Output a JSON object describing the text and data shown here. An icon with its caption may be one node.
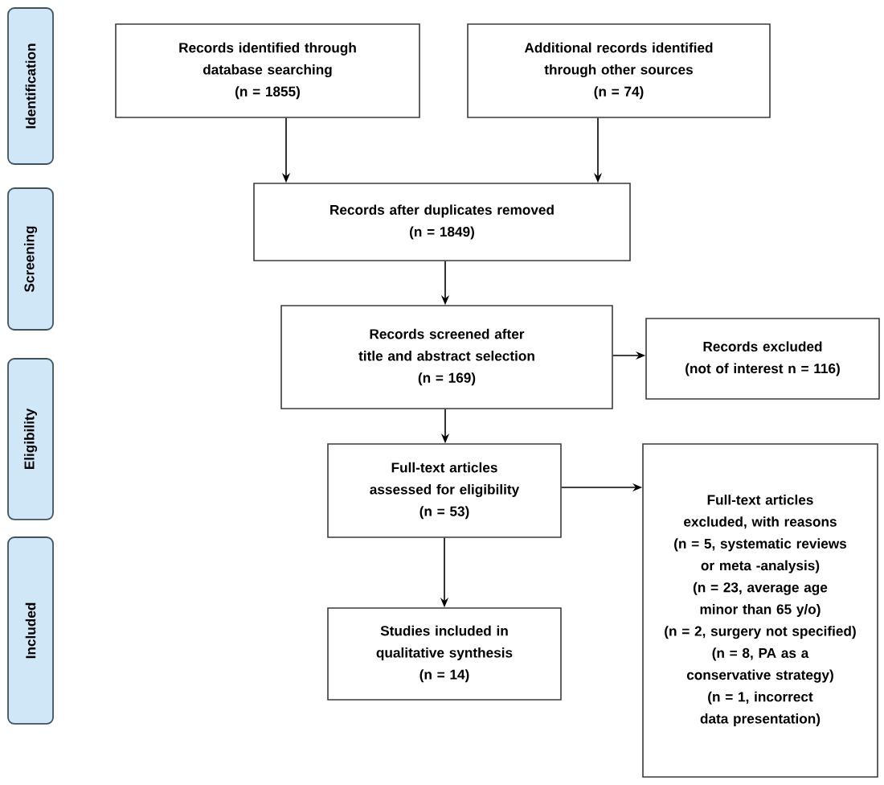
{
  "diagram": {
    "nodes": [
      {
        "text": [
          "Identification"
        ]
      },
      {
        "text": [
          "Screening"
        ]
      },
      {
        "text": [
          "Eligibility"
        ]
      },
      {
        "text": [
          "Included"
        ]
      },
      {
        "text": [
          "Records identified through database searching",
          "(n = 1855)"
        ]
      },
      {
        "text": [
          "Additional records identified through other sources",
          "(n = 74)"
        ]
      },
      {
        "text": [
          "Records after duplicates removed",
          "(n = 1849)"
        ]
      },
      {
        "text": [
          "Records screened after title and abstract selection",
          "(n = 169)"
        ]
      },
      {
        "text": [
          "Records excluded",
          "(not of interest n = 116)"
        ]
      },
      {
        "text": [
          "Full-text articles assessed for eligibility",
          "(n = 53)"
        ]
      },
      {
        "text": [
          "Full-text articles excluded, with reasons",
          "(n = 5, systematic reviews or meta -analysis)",
          "(n = 23, average age minor than 65 y/o)",
          "(n = 2, surgery not specified)",
          "(n = 8, PA as a conservative strategy)",
          "(n = 1, incorrect data presentation)"
        ]
      },
      {
        "text": [
          "Studies included in qualitative synthesis",
          "(n = 14)"
        ]
      }
    ],
    "edges": [
      {
        "from": 4,
        "to": 6,
        "arrow": "to"
      },
      {
        "from": 5,
        "to": 6,
        "arrow": "to"
      },
      {
        "from": 6,
        "to": 7,
        "arrow": "to"
      },
      {
        "from": 7,
        "to": 8,
        "arrow": "to"
      },
      {
        "from": 7,
        "to": 9,
        "arrow": "to"
      },
      {
        "from": 9,
        "to": 10,
        "arrow": "to"
      },
      {
        "from": 9,
        "to": 11,
        "arrow": "to"
      }
    ]
  }
}
